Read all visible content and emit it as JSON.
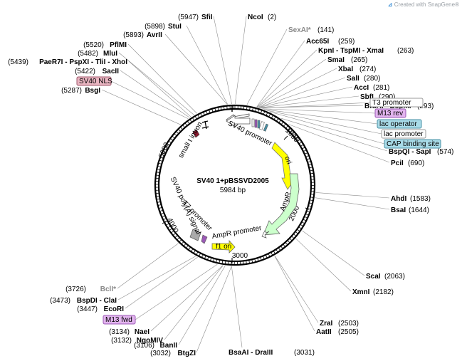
{
  "plasmid": {
    "name": "SV40 1+pBSSVD2005",
    "size": "5984 bp"
  },
  "watermark": {
    "prefix": "Created with ",
    "brand": "SnapGene",
    "suffix": "®"
  },
  "ticks": [
    {
      "label": "1000",
      "bp": 1000
    },
    {
      "label": "2000",
      "bp": 2000
    },
    {
      "label": "3000",
      "bp": 3000
    },
    {
      "label": "4000",
      "bp": 4000
    },
    {
      "label": "5000",
      "bp": 5000
    }
  ],
  "sites_right": [
    {
      "name": "NcoI",
      "pos": "(2)",
      "bp": 2
    },
    {
      "name": "SexAI*",
      "pos": "(141)",
      "bp": 141,
      "gray": true
    },
    {
      "name": "Acc65I",
      "pos": "(259)",
      "bp": 259
    },
    {
      "name": "KpnI - TspMI - XmaI",
      "pos": "(263)",
      "bp": 263
    },
    {
      "name": "SmaI",
      "pos": "(265)",
      "bp": 265
    },
    {
      "name": "XbaI",
      "pos": "(274)",
      "bp": 274
    },
    {
      "name": "SalI",
      "pos": "(280)",
      "bp": 280
    },
    {
      "name": "AccI",
      "pos": "(281)",
      "bp": 281
    },
    {
      "name": "SbfI",
      "pos": "(290)",
      "bp": 290
    },
    {
      "name": "BfuAI - BspMI",
      "pos": "(293)",
      "bp": 293
    },
    {
      "name": "BspQI - SapI",
      "pos": "(574)",
      "bp": 574
    },
    {
      "name": "PciI",
      "pos": "(690)",
      "bp": 690
    },
    {
      "name": "AhdI",
      "pos": "(1583)",
      "bp": 1583
    },
    {
      "name": "BsaI",
      "pos": "(1644)",
      "bp": 1644
    },
    {
      "name": "ScaI",
      "pos": "(2063)",
      "bp": 2063
    },
    {
      "name": "XmnI",
      "pos": "(2182)",
      "bp": 2182
    },
    {
      "name": "ZraI",
      "pos": "(2503)",
      "bp": 2503
    },
    {
      "name": "AatII",
      "pos": "(2505)",
      "bp": 2505
    },
    {
      "name": "BsaAI - DraIII",
      "pos": "(3031)",
      "bp": 3031
    }
  ],
  "sites_left": [
    {
      "name": "SfiI",
      "pos": "(5947)",
      "bp": 5947
    },
    {
      "name": "StuI",
      "pos": "(5898)",
      "bp": 5898
    },
    {
      "name": "AvrII",
      "pos": "(5893)",
      "bp": 5893
    },
    {
      "name": "PflMI",
      "pos": "(5520)",
      "bp": 5520
    },
    {
      "name": "MluI",
      "pos": "(5482)",
      "bp": 5482
    },
    {
      "name": "PaeR7I - PspXI - TliI - XhoI",
      "pos": "(5439)",
      "bp": 5439
    },
    {
      "name": "SacII",
      "pos": "(5422)",
      "bp": 5422
    },
    {
      "name": "BsgI",
      "pos": "(5287)",
      "bp": 5287
    },
    {
      "name": "BclI*",
      "pos": "(3726)",
      "bp": 3726,
      "gray": true
    },
    {
      "name": "BspDI - ClaI",
      "pos": "(3473)",
      "bp": 3473
    },
    {
      "name": "EcoRI",
      "pos": "(3447)",
      "bp": 3447
    },
    {
      "name": "NaeI",
      "pos": "(3134)",
      "bp": 3134
    },
    {
      "name": "NgoMIV",
      "pos": "(3132)",
      "bp": 3132
    },
    {
      "name": "BanII",
      "pos": "(3106)",
      "bp": 3106
    },
    {
      "name": "BtgZI",
      "pos": "(3032)",
      "bp": 3032
    }
  ],
  "boxed_features": [
    {
      "text": "T3 promoter",
      "bp": 310,
      "fill": "#ffffff",
      "stroke": "#999999"
    },
    {
      "text": "M13 rev",
      "bp": 330,
      "fill": "#e2b4ee",
      "stroke": "#9b59b6"
    },
    {
      "text": "lac operator",
      "bp": 350,
      "fill": "#a9dbe8",
      "stroke": "#4a90a4"
    },
    {
      "text": "lac promoter",
      "bp": 380,
      "fill": "#ffffff",
      "stroke": "#999999"
    },
    {
      "text": "CAP binding site",
      "bp": 420,
      "fill": "#a9dbe8",
      "stroke": "#4a90a4"
    },
    {
      "text": "SV40 NLS",
      "bp": 5400,
      "fill": "#e8b4c0",
      "stroke": "#a05a6e"
    },
    {
      "text": "M13 fwd",
      "bp": 3200,
      "fill": "#e2b4ee",
      "stroke": "#9b59b6"
    }
  ],
  "features": {
    "sv40_promoter": "SV40 promoter",
    "ori": "ori",
    "ampr": "AmpR",
    "ampr_promoter": "AmpR promoter",
    "f1_ori": "f1 ori",
    "t7_promoter": "T7 promoter",
    "sv40_polya": "SV40 poly(A) signal",
    "small_t_intron": "small t intron"
  },
  "colors": {
    "ori": "#ffff00",
    "ampr": "#ccffcc",
    "f1_ori": "#ffff00",
    "sv40_promoter": "#ffffff",
    "backbone": "#000000"
  }
}
